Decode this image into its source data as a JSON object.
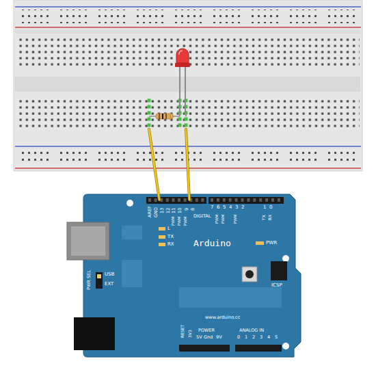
{
  "diagram": {
    "labels": [
      "AREF",
      "GND",
      "13",
      "12",
      "11",
      "10",
      "9",
      "8",
      "PWM",
      "PWM",
      "PWM",
      "DIGITAL",
      "7",
      "6",
      "5",
      "4",
      "3",
      "2",
      "1",
      "0",
      "PWM",
      "PWM",
      "PWM",
      "TX",
      "RX",
      "L",
      "TX",
      "RX",
      "Arduino",
      "PWR",
      "USB",
      "EXT",
      "PWR SEL",
      "ICSP",
      "www.arduino.cc",
      "RESET",
      "3V3",
      "POWER",
      "5V",
      "Gnd",
      "9V",
      "ANALOG IN",
      "0",
      "1",
      "2",
      "3",
      "4",
      "5"
    ]
  }
}
